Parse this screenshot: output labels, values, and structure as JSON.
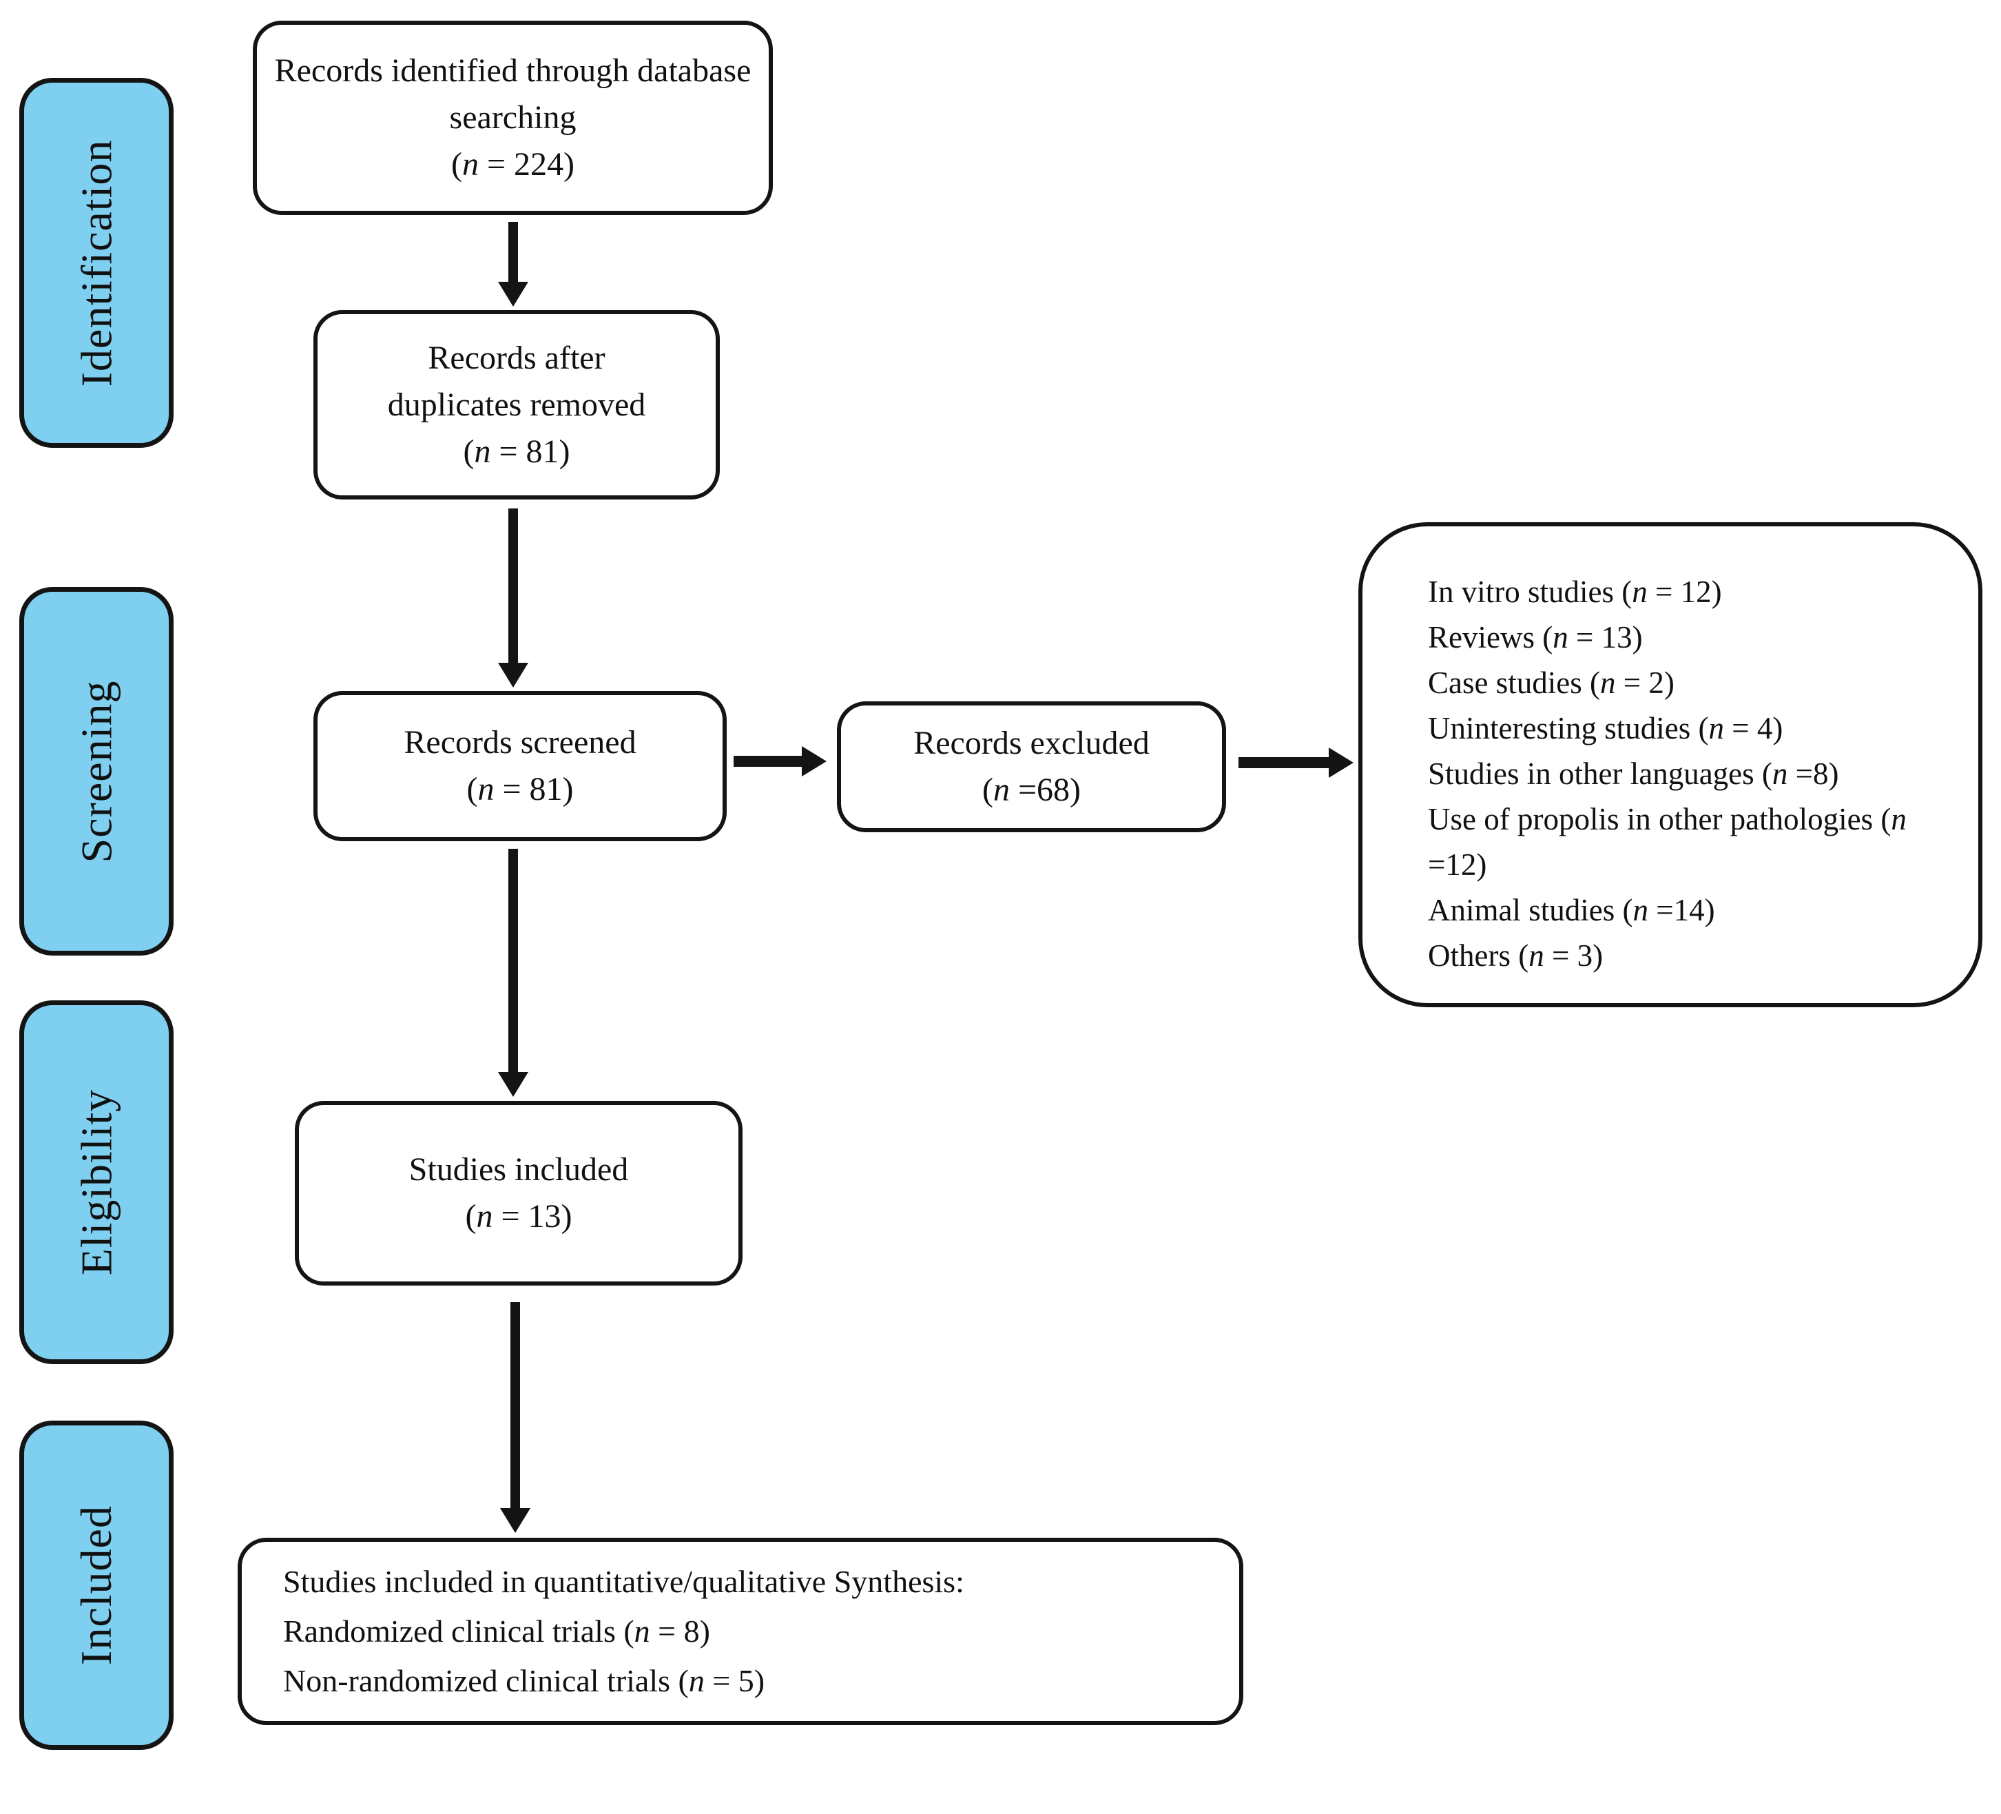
{
  "sidebar": {
    "stages": [
      {
        "label": "Identification"
      },
      {
        "label": "Screening"
      },
      {
        "label": "Eligibility"
      },
      {
        "label": "Included"
      }
    ]
  },
  "flow": {
    "identified": {
      "label": "Records identified through database searching",
      "count": "(n = 224)"
    },
    "deduplicated": {
      "label": "Records after duplicates removed",
      "count": "(n = 81)"
    },
    "screened": {
      "label": "Records screened",
      "count": "(n = 81)"
    },
    "excluded": {
      "label": "Records excluded",
      "count": "(n =68)"
    },
    "included": {
      "label": "Studies included",
      "count": "(n = 13)"
    },
    "exclusion_reasons": {
      "items": [
        "In vitro studies (n = 12)",
        "Reviews (n = 13)",
        "Case studies (n = 2)",
        "Uninteresting studies (n = 4)",
        "Studies in other languages (n =8)",
        "Use of propolis in other pathologies (n =12)",
        "Animal studies (n =14)",
        "Others (n = 3)"
      ]
    },
    "synthesis": {
      "title": "Studies included in quantitative/qualitative Synthesis:",
      "lines": [
        "Randomized clinical trials (n = 8)",
        "Non-randomized clinical trials (n = 5)"
      ]
    }
  },
  "colors": {
    "stage_fill": "#7FD0F0",
    "line": "#141414",
    "background": "#ffffff"
  }
}
